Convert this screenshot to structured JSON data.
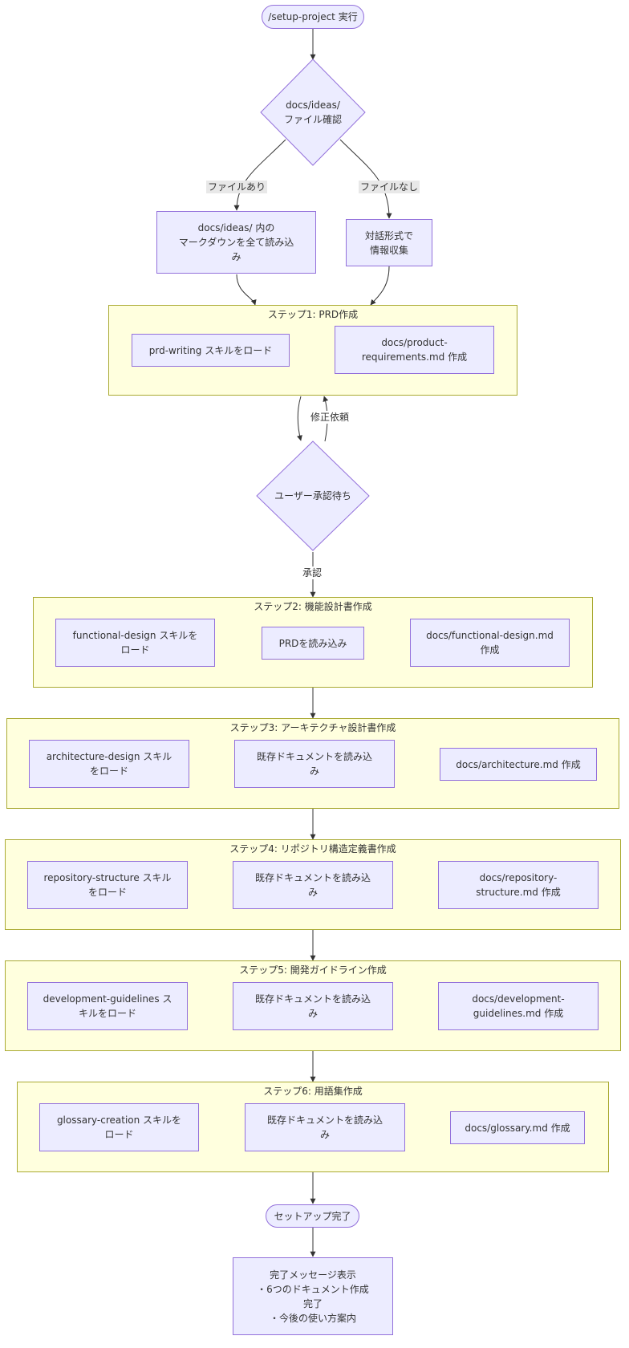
{
  "nodes": {
    "start": "/setup-project 実行",
    "check_ideas": "docs/ideas/\nファイル確認",
    "read_ideas": "docs/ideas/ 内の\nマークダウンを全て読み込\nみ",
    "dialog": "対話形式で\n情報収集",
    "approval": "ユーザー承認待ち",
    "done": "セットアップ完了",
    "final_message": "完了メッセージ表示\n・6つのドキュメント作成\n完了\n・今後の使い方案内"
  },
  "edge_labels": {
    "has_files": "ファイルあり",
    "no_files": "ファイルなし",
    "revise": "修正依頼",
    "approve": "承認"
  },
  "steps": [
    {
      "title": "ステップ1: PRD作成",
      "load": "prd-writing スキルをロード",
      "read": "",
      "output": "docs/product-\nrequirements.md 作成"
    },
    {
      "title": "ステップ2: 機能設計書作成",
      "load": "functional-design スキルを\nロード",
      "read": "PRDを読み込み",
      "output": "docs/functional-design.md\n作成"
    },
    {
      "title": "ステップ3: アーキテクチャ設計書作成",
      "load": "architecture-design スキル\nをロード",
      "read": "既存ドキュメントを読み込\nみ",
      "output": "docs/architecture.md 作成"
    },
    {
      "title": "ステップ4: リポジトリ構造定義書作成",
      "load": "repository-structure スキル\nをロード",
      "read": "既存ドキュメントを読み込\nみ",
      "output": "docs/repository-\nstructure.md 作成"
    },
    {
      "title": "ステップ5: 開発ガイドライン作成",
      "load": "development-guidelines ス\nキルをロード",
      "read": "既存ドキュメントを読み込\nみ",
      "output": "docs/development-\nguidelines.md 作成"
    },
    {
      "title": "ステップ6: 用語集作成",
      "load": "glossary-creation スキルを\nロード",
      "read": "既存ドキュメントを読み込\nみ",
      "output": "docs/glossary.md 作成"
    }
  ],
  "colors": {
    "node_fill": "#ececff",
    "node_stroke": "#9370db",
    "cluster_fill": "#ffffde",
    "cluster_stroke": "#aaaa33",
    "edge": "#333333",
    "label_bg": "#e8e8e8"
  }
}
